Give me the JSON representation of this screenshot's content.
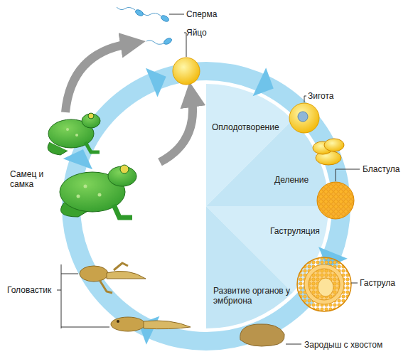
{
  "diagram": {
    "labels": [
      "Сперма",
      "Яйцо",
      "Зигота",
      "Оплодотворение",
      "Деление",
      "Бластула",
      "Гаструляция",
      "Гаструла",
      "Развитие органов у эмбриона",
      "Зародыш с хвостом",
      "Головастик",
      "Самец и самка"
    ]
  }
}
